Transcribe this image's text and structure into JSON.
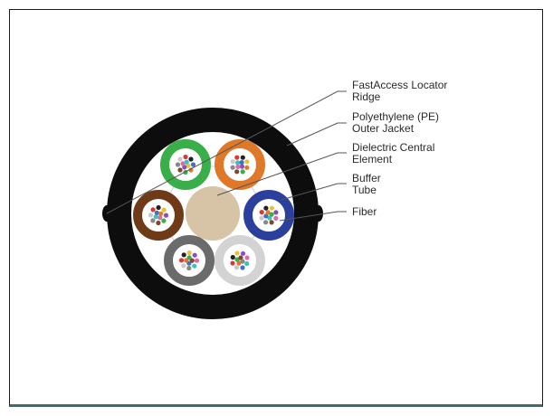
{
  "diagram": {
    "callouts": [
      {
        "id": "ridge",
        "lines": [
          "FastAccess Locator",
          "Ridge"
        ]
      },
      {
        "id": "jacket",
        "lines": [
          "Polyethylene (PE)",
          "Outer Jacket"
        ]
      },
      {
        "id": "central",
        "lines": [
          "Dielectric Central",
          "Element"
        ]
      },
      {
        "id": "buffer",
        "lines": [
          "Buffer",
          "Tube"
        ]
      },
      {
        "id": "fiber",
        "lines": [
          "Fiber"
        ]
      }
    ]
  },
  "colors": {
    "jacket": "#0d0d0d",
    "inner_fill": "#ffffff",
    "central_element": "#d7c3a6",
    "tube_green": "#3aae49",
    "tube_orange": "#e0782a",
    "tube_blue": "#2b3f9c",
    "tube_brown": "#6e3a18",
    "tube_gray": "#6b6b6b",
    "tube_white": "#d3d3d3",
    "leader_line": "#555555",
    "fiber_palette": [
      "#3b73c9",
      "#e0782a",
      "#3aae49",
      "#7a4a2a",
      "#888888",
      "#c9c9c9",
      "#d63b3b",
      "#222222",
      "#e6c43a",
      "#8a4fbf",
      "#e06aa8",
      "#3fbfbf"
    ]
  }
}
